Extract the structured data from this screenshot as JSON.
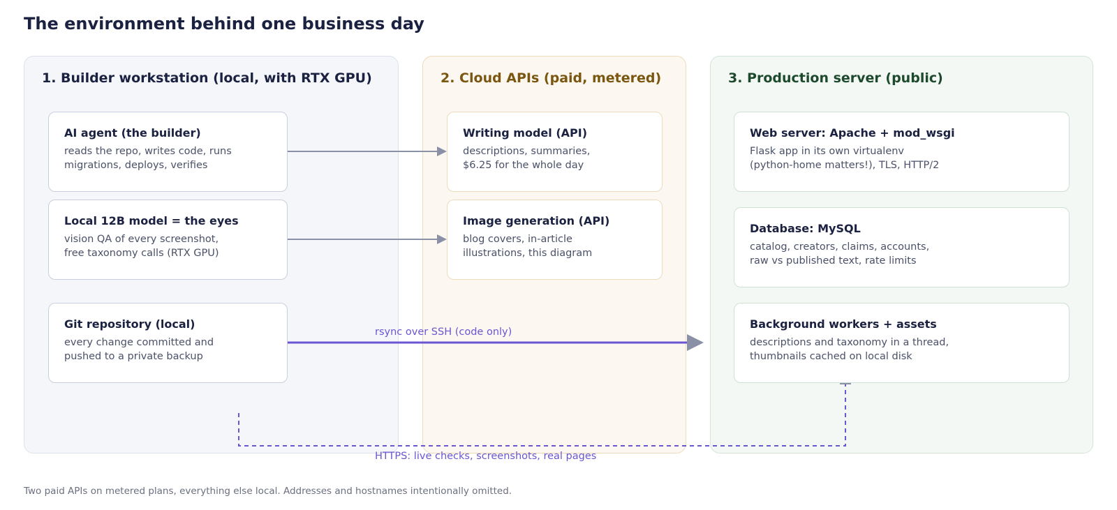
{
  "title": "The environment behind one business day",
  "zones": [
    {
      "title": "1. Builder workstation (local, with RTX GPU)",
      "cards": [
        {
          "title": "AI agent (the builder)",
          "lines": [
            "reads the repo, writes code, runs",
            "migrations, deploys, verifies"
          ]
        },
        {
          "title": "Local 12B model = the eyes",
          "lines": [
            "vision QA of every screenshot,",
            "free taxonomy calls (RTX GPU)"
          ]
        },
        {
          "title": "Git repository (local)",
          "lines": [
            "every change committed and",
            "pushed to a private backup"
          ]
        }
      ]
    },
    {
      "title": "2. Cloud APIs (paid, metered)",
      "cards": [
        {
          "title": "Writing model (API)",
          "lines": [
            "descriptions, summaries,",
            "$6.25 for the whole day"
          ]
        },
        {
          "title": "Image generation (API)",
          "lines": [
            "blog covers, in-article",
            "illustrations, this diagram"
          ]
        }
      ]
    },
    {
      "title": "3. Production server (public)",
      "cards": [
        {
          "title": "Web server: Apache + mod_wsgi",
          "lines": [
            "Flask app in its own virtualenv",
            "(python-home matters!), TLS, HTTP/2"
          ]
        },
        {
          "title": "Database: MySQL",
          "lines": [
            "catalog, creators, claims, accounts,",
            "raw vs published text, rate limits"
          ]
        },
        {
          "title": "Background workers + assets",
          "lines": [
            "descriptions and taxonomy in a thread,",
            "thumbnails cached on local disk"
          ]
        }
      ]
    }
  ],
  "connections": {
    "rsync_label": "rsync over SSH (code only)",
    "https_label": "HTTPS: live checks, screenshots, real pages"
  },
  "colors": {
    "arrow_gray": "#8a90a6",
    "arrow_purple": "#6a55d3"
  },
  "footnote": "Two paid APIs on metered plans, everything else local. Addresses and hostnames intentionally omitted."
}
